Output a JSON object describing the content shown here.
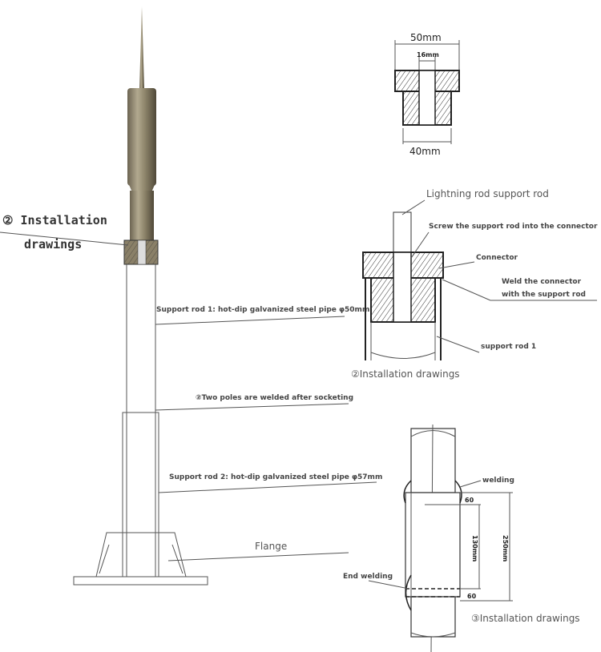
{
  "main_drawing": {
    "installation_label_1": "② Installation",
    "installation_label_2": "drawings",
    "support_rod_1": "Support rod 1: hot-dip galvanized steel pipe φ50mm",
    "two_poles": "②Two poles are welded after socketing",
    "support_rod_2": "Support rod 2: hot-dip galvanized steel pipe φ57mm",
    "flange": "Flange"
  },
  "connector_dims": {
    "width_top": "50mm",
    "bore": "16mm",
    "width_bottom": "40mm"
  },
  "connector_detail": {
    "support_rod": "Lightning rod support rod",
    "screw": "Screw the support rod into the connector",
    "connector": "Connector",
    "weld_1": "Weld the connector",
    "weld_2": "with the support rod",
    "support_rod_1": "support rod 1",
    "caption": "②Installation drawings"
  },
  "welding_detail": {
    "welding": "welding",
    "end_welding": "End welding",
    "dim_60_top": "60",
    "dim_130": "130mm",
    "dim_250": "250mm",
    "dim_60_bottom": "60",
    "caption": "③Installation drawings"
  },
  "colors": {
    "rod_metal": "#8a8068",
    "rod_dark": "#5f5846",
    "line": "#555555"
  }
}
